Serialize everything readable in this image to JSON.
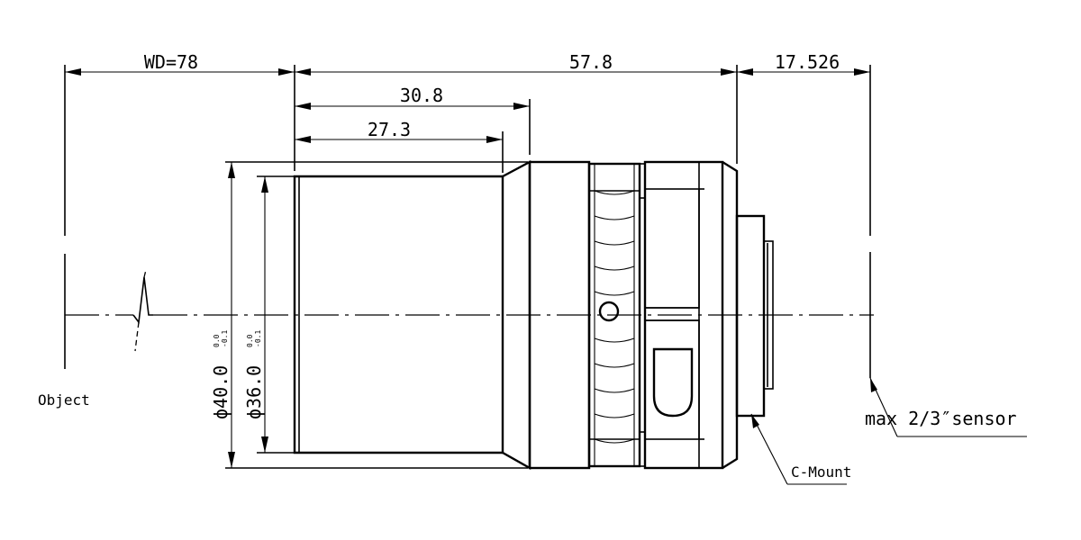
{
  "dimensions": {
    "working_distance": "WD=78",
    "lens_length": "57.8",
    "flange_distance": "17.526",
    "front_length_outer": "30.8",
    "front_length_inner": "27.3",
    "outer_diameter": "ϕ40.0",
    "outer_diameter_tol_upper": "0.0",
    "outer_diameter_tol_lower": "-0.1",
    "inner_diameter": "ϕ36.0",
    "inner_diameter_tol_upper": "0.0",
    "inner_diameter_tol_lower": "-0.1"
  },
  "labels": {
    "object": "Object",
    "sensor": "max 2/3″sensor",
    "mount": "C-Mount"
  }
}
